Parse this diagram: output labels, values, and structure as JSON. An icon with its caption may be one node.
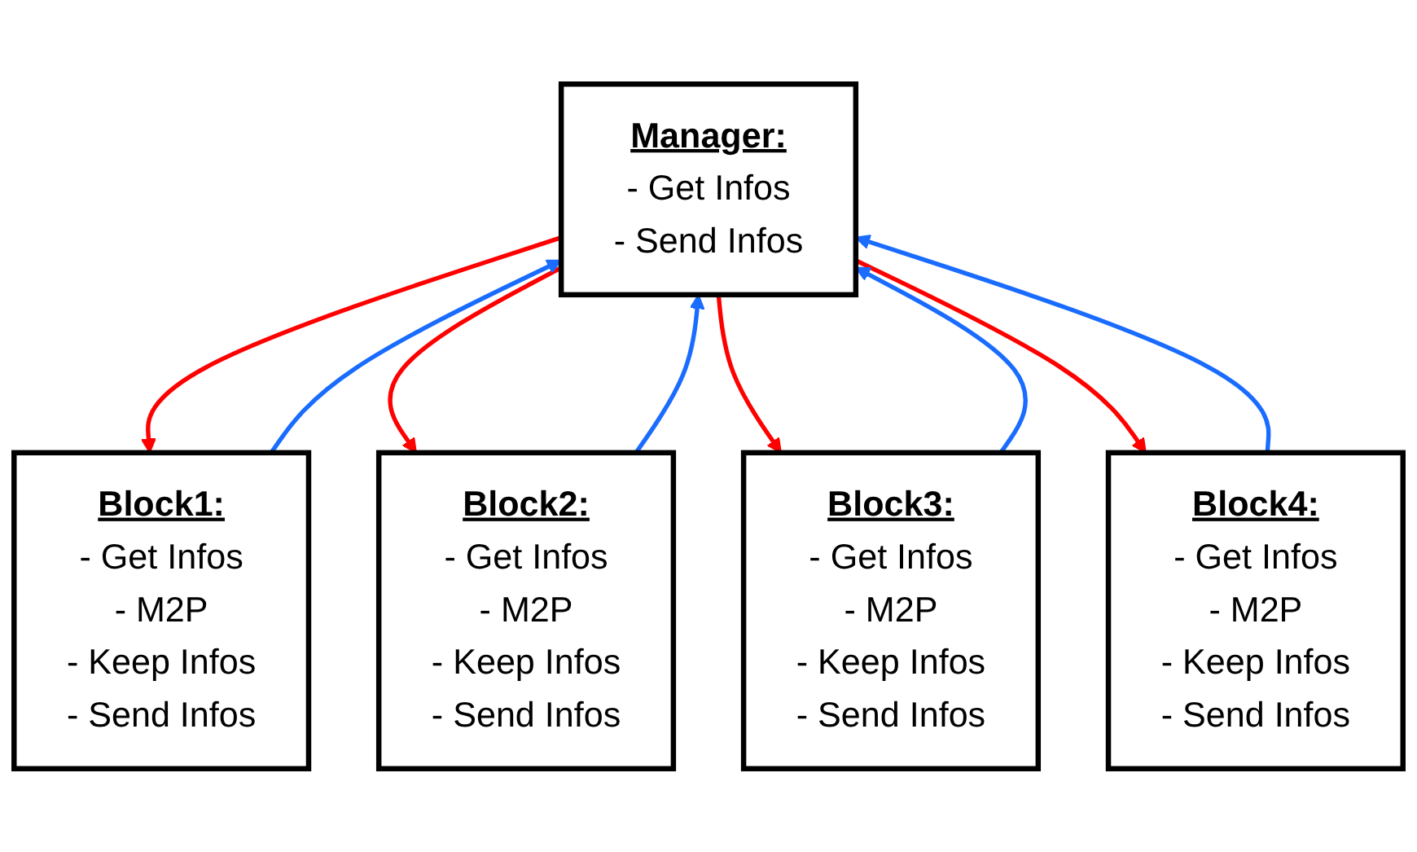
{
  "diagram": {
    "nodes": [
      {
        "text": [
          "Manager:",
          "- Get Infos",
          "- Send Infos"
        ]
      },
      {
        "text": [
          "Block1:",
          "- Get Infos",
          "- M2P",
          "- Keep Infos",
          "- Send Infos"
        ]
      },
      {
        "text": [
          "Block2:",
          "- Get Infos",
          "- M2P",
          "- Keep Infos",
          "- Send Infos"
        ]
      },
      {
        "text": [
          "Block3:",
          "- Get Infos",
          "- M2P",
          "- Keep Infos",
          "- Send Infos"
        ]
      },
      {
        "text": [
          "Block4:",
          "- Get Infos",
          "- M2P",
          "- Keep Infos",
          "- Send Infos"
        ]
      }
    ],
    "edges": [
      {
        "from": 0,
        "to": 1,
        "arrow": "to",
        "color": "#ff0000"
      },
      {
        "from": 0,
        "to": 2,
        "arrow": "to",
        "color": "#ff0000"
      },
      {
        "from": 0,
        "to": 3,
        "arrow": "to",
        "color": "#ff0000"
      },
      {
        "from": 0,
        "to": 4,
        "arrow": "to",
        "color": "#ff0000"
      },
      {
        "from": 1,
        "to": 0,
        "arrow": "to",
        "color": "#1a6cff"
      },
      {
        "from": 2,
        "to": 0,
        "arrow": "to",
        "color": "#1a6cff"
      },
      {
        "from": 3,
        "to": 0,
        "arrow": "to",
        "color": "#1a6cff"
      },
      {
        "from": 4,
        "to": 0,
        "arrow": "to",
        "color": "#1a6cff"
      }
    ]
  }
}
